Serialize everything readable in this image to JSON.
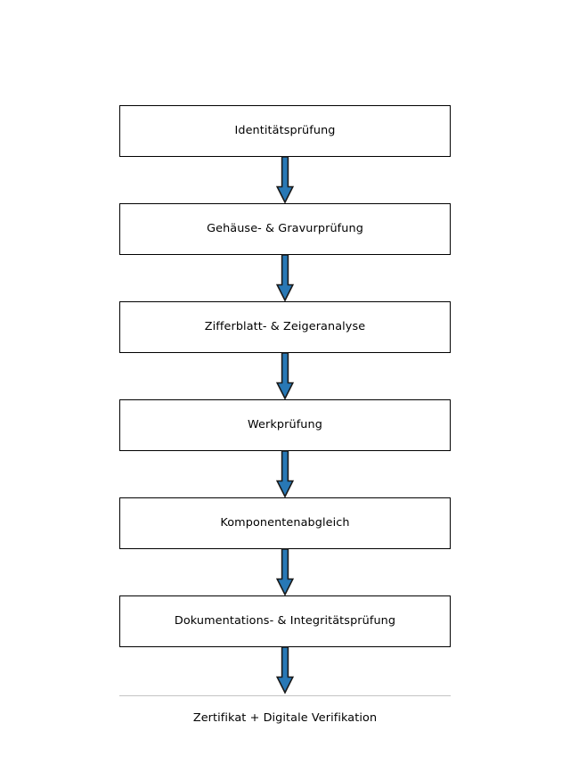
{
  "diagram": {
    "title": "",
    "orientation": "top-to-bottom",
    "background_color": "#ffffff",
    "node_fill_color": "#ffffff",
    "node_border_color": "#000000",
    "arrow_fill_color": "#2878b5",
    "arrow_edge_color": "#1a1a1a",
    "terminal_rule_color": "#c4c4c4",
    "nodes": [
      {
        "id": "step-1",
        "label": "Identitätsprüfung",
        "kind": "process"
      },
      {
        "id": "step-2",
        "label": "Gehäuse- & Gravurprüfung",
        "kind": "process"
      },
      {
        "id": "step-3",
        "label": "Zifferblatt- & Zeigeranalyse",
        "kind": "process"
      },
      {
        "id": "step-4",
        "label": "Werkprüfung",
        "kind": "process"
      },
      {
        "id": "step-5",
        "label": "Komponentenabgleich",
        "kind": "process"
      },
      {
        "id": "step-6",
        "label": "Dokumentations- & Integritätsprüfung",
        "kind": "process"
      },
      {
        "id": "step-7",
        "label": "Zertifikat + Digitale Verifikation",
        "kind": "terminal"
      }
    ],
    "connectors": [
      {
        "id": "arrow-1",
        "from": "step-1",
        "to": "step-2",
        "icon": "arrow-down-icon"
      },
      {
        "id": "arrow-2",
        "from": "step-2",
        "to": "step-3",
        "icon": "arrow-down-icon"
      },
      {
        "id": "arrow-3",
        "from": "step-3",
        "to": "step-4",
        "icon": "arrow-down-icon"
      },
      {
        "id": "arrow-4",
        "from": "step-4",
        "to": "step-5",
        "icon": "arrow-down-icon"
      },
      {
        "id": "arrow-5",
        "from": "step-5",
        "to": "step-6",
        "icon": "arrow-down-icon"
      },
      {
        "id": "arrow-6",
        "from": "step-6",
        "to": "step-7",
        "icon": "arrow-down-icon"
      }
    ]
  }
}
